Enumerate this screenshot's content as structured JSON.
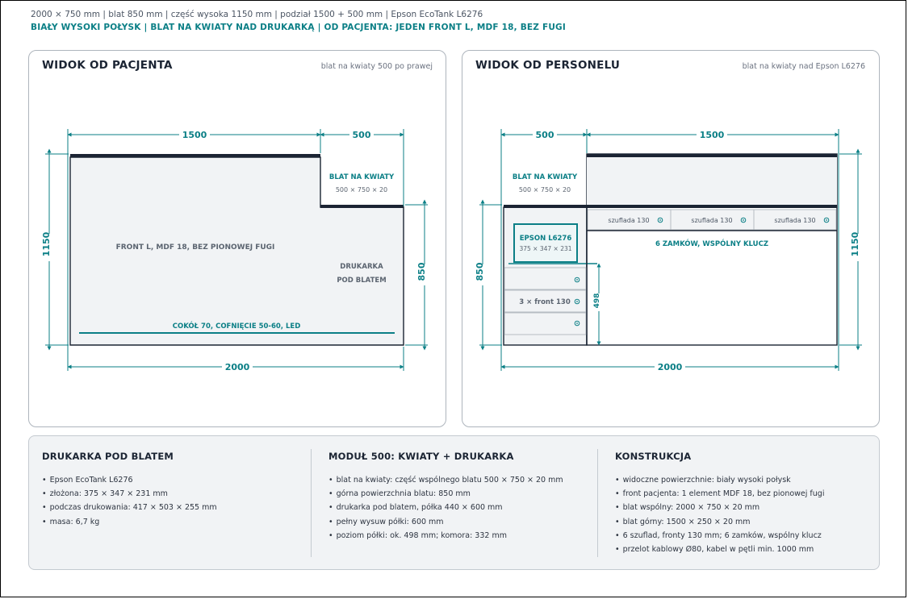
{
  "header": {
    "line1": "2000 × 750 mm | blat 850 mm | część wysoka 1150 mm | podział 1500 + 500 mm | Epson EcoTank L6276",
    "line2": "BIAŁY WYSOKI POŁYSK | BLAT NA KWIATY NAD DRUKARKĄ | OD PACJENTA: JEDEN FRONT L, MDF 18, BEZ FUGI"
  },
  "patient_view": {
    "title": "WIDOK OD PACJENTA",
    "note": "blat na kwiaty 500 po prawej",
    "dim_top_left": "1500",
    "dim_top_right": "500",
    "dim_bottom": "2000",
    "dim_left": "1150",
    "dim_right": "850",
    "shelf_label": "BLAT NA KWIATY",
    "shelf_size": "500 × 750 × 20",
    "front_label": "FRONT L, MDF 18, BEZ PIONOWEJ FUGI",
    "printer_label_1": "DRUKARKA",
    "printer_label_2": "POD BLATEM",
    "plinth_label": "COKÓŁ 70, COFNIĘCIE 50-60, LED"
  },
  "staff_view": {
    "title": "WIDOK OD PERSONELU",
    "note": "blat na kwiaty nad Epson L6276",
    "dim_top_left": "500",
    "dim_top_right": "1500",
    "dim_bottom": "2000",
    "dim_left": "850",
    "dim_right": "1150",
    "dim_shelf": "498",
    "shelf_label": "BLAT NA KWIATY",
    "shelf_size": "500 × 750 × 20",
    "printer_label": "EPSON L6276",
    "printer_size": "375 × 347 × 231",
    "drawers": [
      "szuflada 130",
      "szuflada 130",
      "szuflada 130"
    ],
    "locks_label": "6 ZAMKÓW, WSPÓLNY KLUCZ",
    "fronts_label": "3 × front 130"
  },
  "bottom": {
    "col1": {
      "title": "DRUKARKA POD BLATEM",
      "items": [
        "Epson EcoTank L6276",
        "złożona: 375 × 347 × 231 mm",
        "podczas drukowania: 417 × 503 × 255 mm",
        "masa: 6,7 kg"
      ]
    },
    "col2": {
      "title": "MODUŁ 500: KWIATY + DRUKARKA",
      "items": [
        "blat na kwiaty: część wspólnego blatu 500 × 750 × 20 mm",
        "górna powierzchnia blatu: 850 mm",
        "drukarka pod blatem, półka 440 × 600 mm",
        "pełny wysuw półki: 600 mm",
        "poziom półki: ok. 498 mm; komora: 332 mm"
      ]
    },
    "col3": {
      "title": "KONSTRUKCJA",
      "items": [
        "widoczne powierzchnie: biały wysoki połysk",
        "front pacjenta: 1 element MDF 18, bez pionowej fugi",
        "blat wspólny: 2000 × 750 × 20 mm",
        "blat górny: 1500 × 250 × 20 mm",
        "6 szuflad, fronty 130 mm; 6 zamków, wspólny klucz",
        "przelot kablowy Ø80, kabel w pętli min. 1000 mm"
      ]
    }
  },
  "colors": {
    "teal": "#0b7f86",
    "dark": "#1b2433",
    "panel_fill": "#f1f3f5"
  }
}
